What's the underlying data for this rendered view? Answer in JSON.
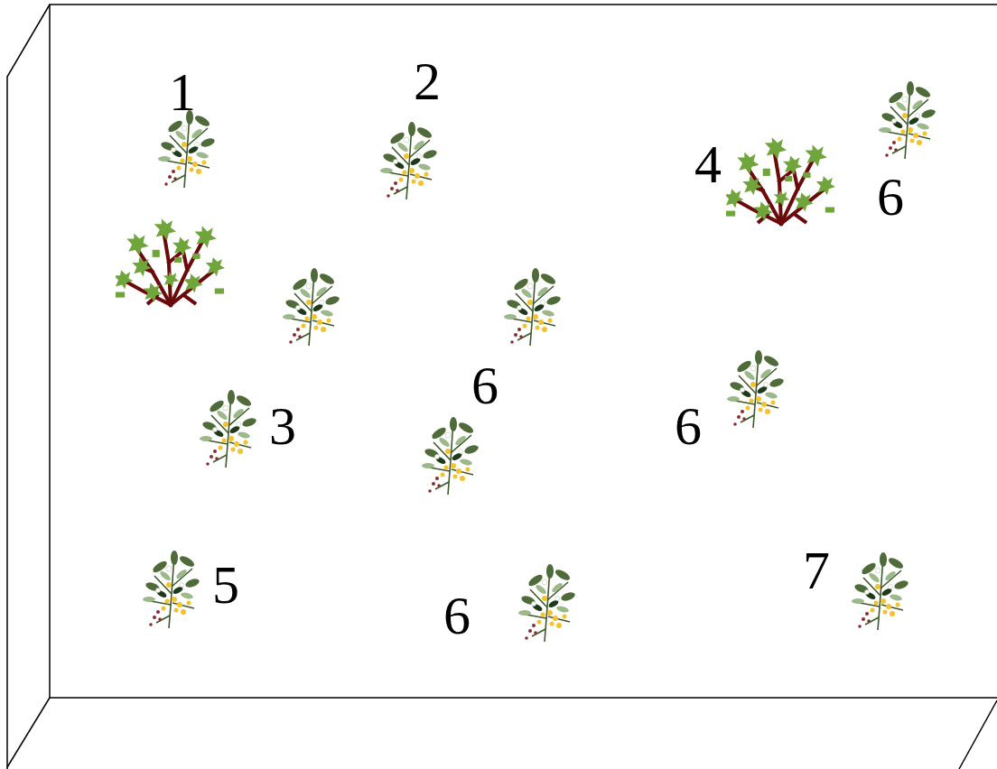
{
  "diagram": {
    "labels": [
      "1",
      "2",
      "4",
      "6",
      "6",
      "3",
      "6",
      "5",
      "6",
      "7"
    ]
  }
}
